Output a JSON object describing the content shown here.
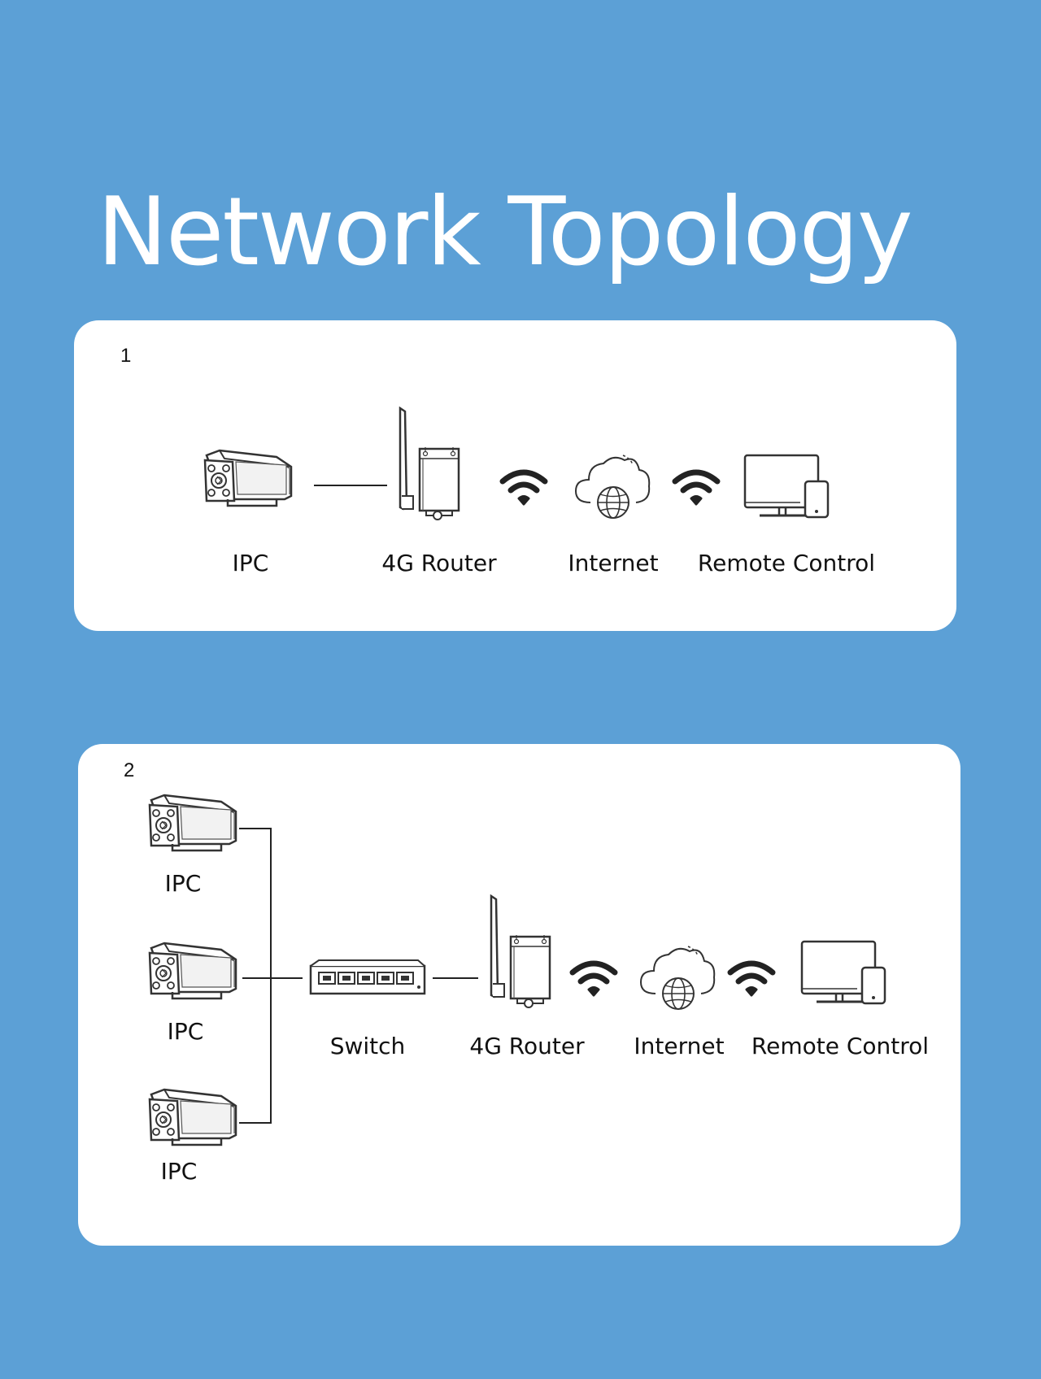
{
  "title": "Network Topology",
  "diagram1": {
    "number": "1",
    "labels": {
      "ipc": "IPC",
      "router": "4G Router",
      "internet": "Internet",
      "remote": "Remote Control"
    }
  },
  "diagram2": {
    "number": "2",
    "labels": {
      "ipc1": "IPC",
      "ipc2": "IPC",
      "ipc3": "IPC",
      "switch": "Switch",
      "router": "4G Router",
      "internet": "Internet",
      "remote": "Remote Control"
    }
  },
  "colors": {
    "background": "#5ca0d6",
    "panel": "#ffffff",
    "ink": "#222222"
  }
}
